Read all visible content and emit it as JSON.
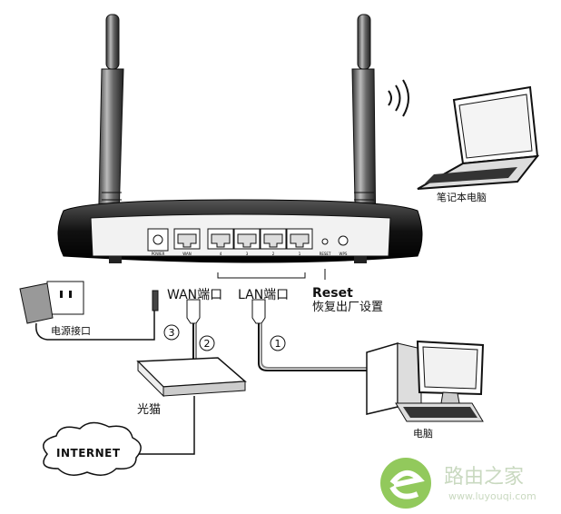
{
  "labels": {
    "laptop": "笔记本电脑",
    "wan_port": "WAN端口",
    "lan_port": "LAN端口",
    "reset": "Reset",
    "reset_desc": "恢复出厂设置",
    "power_port": "电源接口",
    "modem": "光猫",
    "internet": "INTERNET",
    "computer": "电脑"
  },
  "markers": {
    "one": "1",
    "two": "2",
    "three": "3"
  },
  "router_ports": {
    "power": "POWER",
    "wan": "WAN",
    "lan": [
      "4",
      "3",
      "2",
      "1"
    ],
    "reset": "RESET",
    "wps": "WPS"
  },
  "watermark": {
    "text": "路由之家",
    "url": "www.luyouqi.com"
  },
  "colors": {
    "line": "#111111",
    "watermark": "#7fbf3f"
  }
}
